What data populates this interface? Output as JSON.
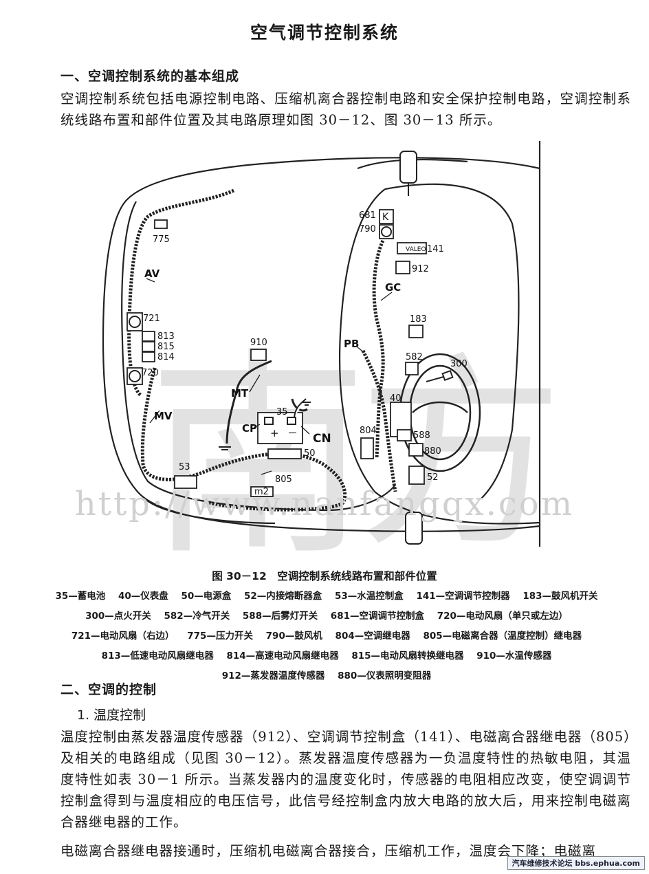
{
  "title": "空气调节控制系统",
  "section1": {
    "heading": "一、空调控制系统的基本组成",
    "text": "空调控制系统包括电源控制电路、压缩机离合器控制电路和安全保护控制电路，空调控制系统线路布置和部件位置及其电路原理如图 30－12、图 30－13 所示。"
  },
  "figure": {
    "caption": "图 30－12　空调控制系统线路布置和部件位置",
    "labels": {
      "av": "AV",
      "mv": "MV",
      "mt": "MT",
      "cp": "CP",
      "cn": "CN",
      "pb": "PB",
      "gc": "GC",
      "n775": "775",
      "n721": "721",
      "n813": "813",
      "n815": "815",
      "n814": "814",
      "n720": "720",
      "n910": "910",
      "n35": "35",
      "n50": "50",
      "n53": "53",
      "n805": "805",
      "m2": "m2",
      "n681": "681",
      "n790": "790",
      "n141": "141",
      "valeo": "VALEO",
      "n912": "912",
      "n183": "183",
      "n582": "582",
      "n300": "300",
      "n40": "40",
      "n804": "804",
      "n588": "588",
      "n880": "880",
      "n52": "52",
      "k": "K",
      "plus": "+",
      "minus": "－"
    },
    "legend": [
      "35—蓄电池",
      "40—仪表盘",
      "50—电源盒",
      "52—内接熔断器盒",
      "53—水温控制盒",
      "141—空调调节控制器",
      "183—鼓风机开关",
      "300—点火开关",
      "582—冷气开关",
      "588—后雾灯开关",
      "681—空调调节控制盒",
      "720—电动风扇（单只或左边）",
      "721—电动风扇（右边）",
      "775—压力开关",
      "790—鼓风机",
      "804—空调继电器",
      "805—电磁离合器（温度控制）继电器",
      "813—低速电动风扇继电器",
      "814—高速电动风扇继电器",
      "815—电动风扇转换继电器",
      "910—水温传感器",
      "912—蒸发器温度传感器",
      "880—仪表照明变阻器"
    ]
  },
  "watermark": {
    "url": "http://www.nanfangqx.com",
    "glyph1": "南",
    "glyph2": "方"
  },
  "section2": {
    "heading": "二、空调的控制",
    "sub": "1. 温度控制",
    "p1": "温度控制由蒸发器温度传感器（912）、空调调节控制盒（141）、电磁离合器继电器（805）及相关的电路组成（见图 30－12）。蒸发器温度传感器为一负温度特性的热敏电阻，其温度特性如表 30－1 所示。当蒸发器内的温度变化时，传感器的电阻相应改变，使空调调节控制盒得到与温度相应的电压信号，此信号经控制盒内放大电路的放大后，用来控制电磁离合器继电器的工作。",
    "p2": "电磁离合器继电器接通时，压缩机电磁离合器接合，压缩机工作，温度会下降；电磁离"
  },
  "footer": "汽车维修技术论坛 bbs.ephua.com"
}
